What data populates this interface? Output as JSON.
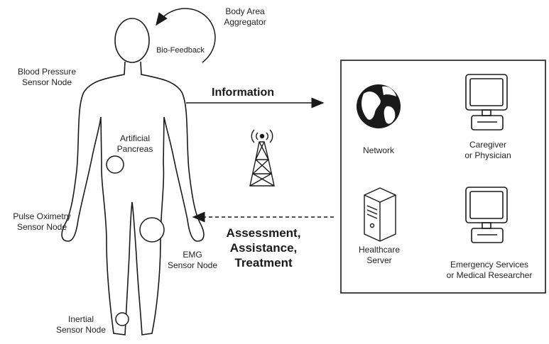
{
  "body_labels": {
    "body_area_aggregator": [
      "Body Area",
      "Aggregator"
    ],
    "bio_feedback": "Bio-Feedback",
    "blood_pressure": [
      "Blood Pressure",
      "Sensor Node"
    ],
    "artificial_pancreas": [
      "Artificial",
      "Pancreas"
    ],
    "pulse_oximetry": [
      "Pulse Oximetry",
      "Sensor Node"
    ],
    "emg": [
      "EMG",
      "Sensor Node"
    ],
    "inertial": [
      "Inertial",
      "Sensor Node"
    ]
  },
  "flows": {
    "information": "Information",
    "assessment": [
      "Assessment,",
      "Assistance,",
      "Treatment"
    ]
  },
  "remote_nodes": {
    "network": "Network",
    "caregiver": [
      "Caregiver",
      "or Physician"
    ],
    "healthcare_server": [
      "Healthcare",
      "Server"
    ],
    "emergency": [
      "Emergency Services",
      "or Medical Researcher"
    ]
  },
  "icons": [
    "human-body-icon",
    "globe-icon",
    "monitor-icon",
    "server-icon",
    "cell-tower-icon"
  ]
}
